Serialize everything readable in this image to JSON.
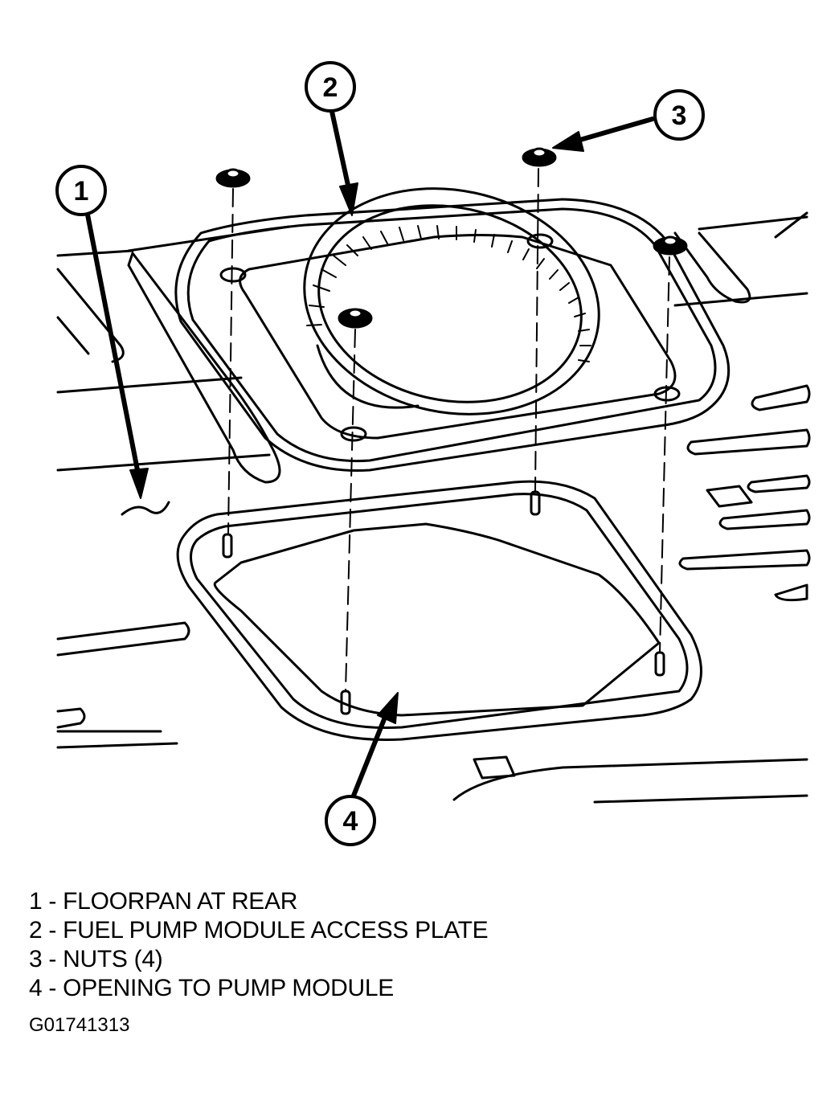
{
  "figure": {
    "callouts": [
      {
        "number": "1",
        "target": "floorpan-at-rear"
      },
      {
        "number": "2",
        "target": "fuel-pump-module-access-plate"
      },
      {
        "number": "3",
        "target": "nut"
      },
      {
        "number": "4",
        "target": "opening-to-pump-module"
      }
    ]
  },
  "legend": {
    "items": [
      {
        "number": "1",
        "separator": " - ",
        "label": "FLOORPAN AT REAR"
      },
      {
        "number": "2",
        "separator": " - ",
        "label": "FUEL PUMP MODULE ACCESS PLATE"
      },
      {
        "number": "3",
        "separator": " - ",
        "label": "NUTS (4)"
      },
      {
        "number": "4",
        "separator": " - ",
        "label": "OPENING TO PUMP MODULE"
      }
    ]
  },
  "figure_id": "G01741313",
  "colors": {
    "ink": "#000000",
    "paper": "#ffffff"
  }
}
